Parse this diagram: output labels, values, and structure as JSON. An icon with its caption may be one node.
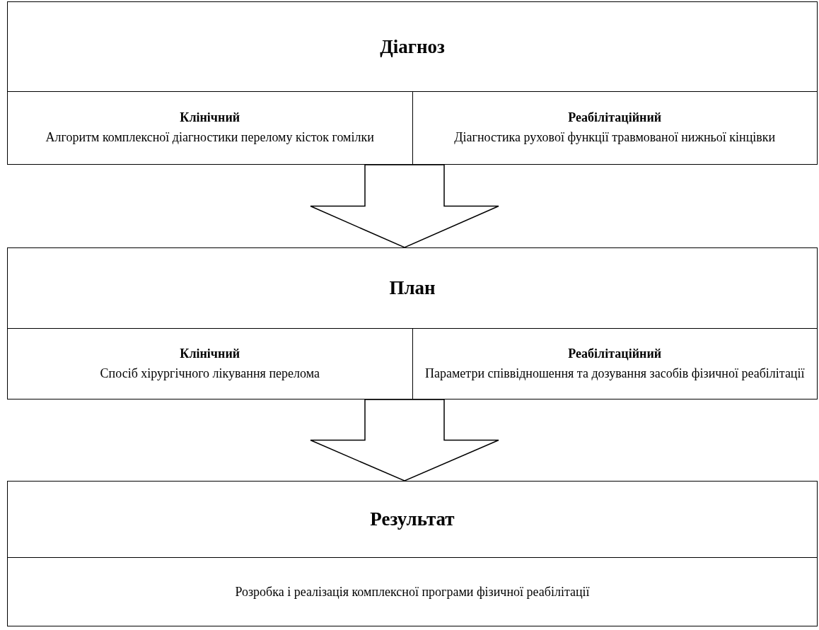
{
  "diagram": {
    "nodes": [
      {
        "text": [
          "Діагноз"
        ]
      },
      {
        "text": [
          "Клінічний",
          "Алгоритм комплексної діагностики перелому кісток гомілки"
        ],
        "in": 0
      },
      {
        "text": [
          "Реабілітаційний",
          "Діагностика рухової функції травмованої нижньої кінцівки"
        ],
        "in": 0
      },
      {
        "text": [
          "План"
        ]
      },
      {
        "text": [
          "Клінічний",
          "Спосіб хірургічного лікування перелома"
        ],
        "in": 3
      },
      {
        "text": [
          "Реабілітаційний",
          "Параметри співвідношення та дозування засобів фізичної реабілітації"
        ],
        "in": 3
      },
      {
        "text": [
          "Результат"
        ]
      },
      {
        "text": [
          "Розробка і реалізація комплексної програми фізичної реабілітації"
        ],
        "in": 6
      }
    ],
    "edges": [
      {
        "from": 0,
        "to": 3,
        "arrow": "to"
      },
      {
        "from": 3,
        "to": 6,
        "arrow": "to"
      }
    ]
  }
}
